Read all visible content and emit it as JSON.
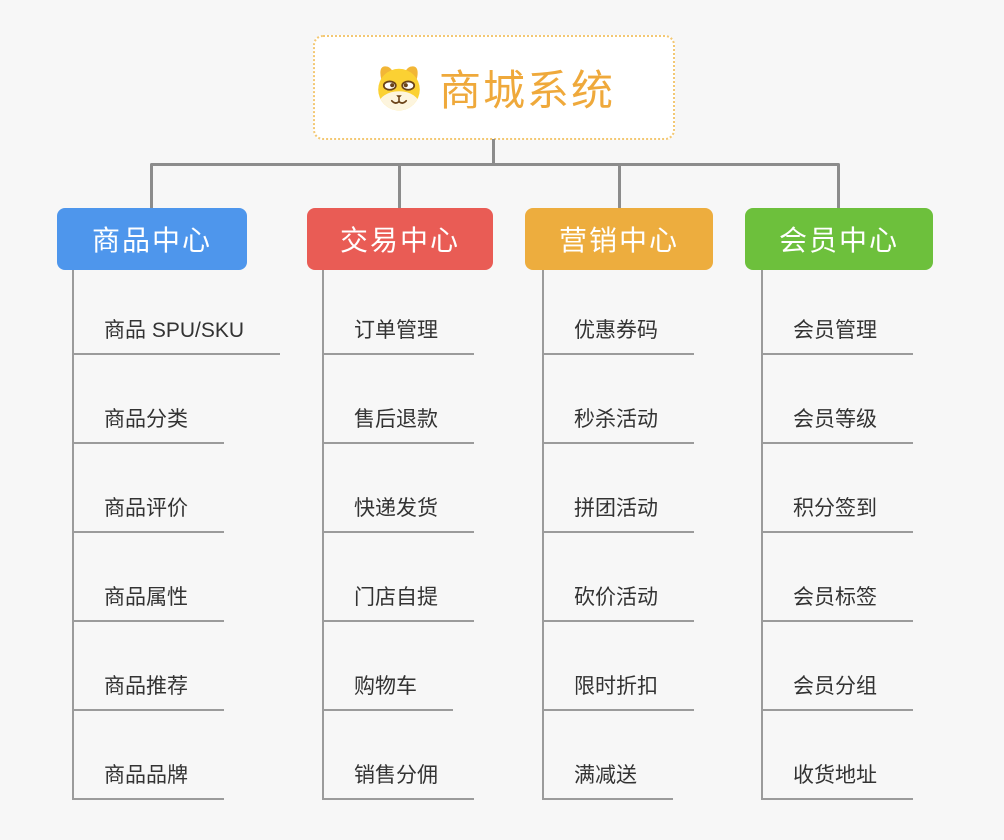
{
  "root": {
    "label": "商城系统",
    "icon": "dog-face-icon",
    "text_color": "#efa93b",
    "border_color": "#f3c873",
    "background": "#ffffff"
  },
  "connector_color": "#8c8c8c",
  "leaf_line_color": "#9b9b9b",
  "leaf_text_color": "#333333",
  "tree": {
    "branches": [
      {
        "label": "商品中心",
        "color": "#4e96ec",
        "items": [
          {
            "label": "商品 SPU/SKU"
          },
          {
            "label": "商品分类"
          },
          {
            "label": "商品评价"
          },
          {
            "label": "商品属性"
          },
          {
            "label": "商品推荐"
          },
          {
            "label": "商品品牌"
          }
        ]
      },
      {
        "label": "交易中心",
        "color": "#e95c55",
        "items": [
          {
            "label": "订单管理"
          },
          {
            "label": "售后退款"
          },
          {
            "label": "快递发货"
          },
          {
            "label": "门店自提"
          },
          {
            "label": "购物车"
          },
          {
            "label": "销售分佣"
          }
        ]
      },
      {
        "label": "营销中心",
        "color": "#edad3e",
        "items": [
          {
            "label": "优惠券码"
          },
          {
            "label": "秒杀活动"
          },
          {
            "label": "拼团活动"
          },
          {
            "label": "砍价活动"
          },
          {
            "label": "限时折扣"
          },
          {
            "label": "满减送"
          }
        ]
      },
      {
        "label": "会员中心",
        "color": "#6dc03c",
        "items": [
          {
            "label": "会员管理"
          },
          {
            "label": "会员等级"
          },
          {
            "label": "积分签到"
          },
          {
            "label": "会员标签"
          },
          {
            "label": "会员分组"
          },
          {
            "label": "收货地址"
          }
        ]
      }
    ]
  }
}
